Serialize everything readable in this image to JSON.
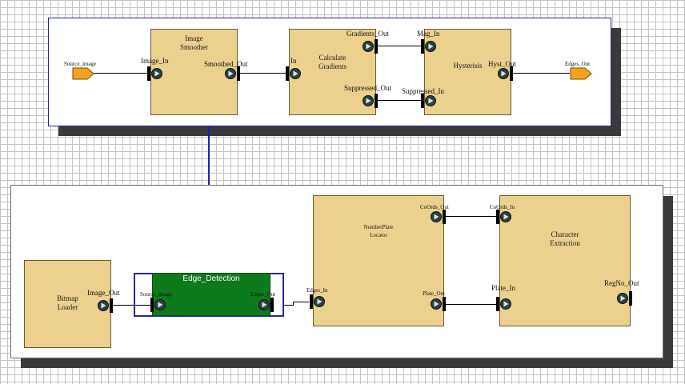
{
  "top_panel": {
    "blocks": {
      "smoother": {
        "title": "Image\nSmoother"
      },
      "gradients": {
        "title": "Calculate\nGradients"
      },
      "hysterisis": {
        "title": "Hysterisis"
      }
    },
    "io": {
      "source_label": "Source_image",
      "edges_label": "Edges_Out"
    },
    "ports": {
      "image_in": "Image_In",
      "smoothed_out": "Smoothed_Out",
      "in": "In",
      "gradients_out": "Gradients_Out",
      "suppressed_out": "Suppressed_Out",
      "mag_in": "Mag_In",
      "suppressed_in": "Suppressed_In",
      "hyst_out": "Hyst_Out"
    }
  },
  "bottom_panel": {
    "blocks": {
      "bitmap": {
        "title": "Bitmap\nLoader"
      },
      "edge": {
        "title": "Edge_Detection"
      },
      "plate_locator": {
        "title": "NumberPlate\nLocator"
      },
      "char_extraction": {
        "title": "Character\nExtraction"
      }
    },
    "ports": {
      "image_out": "Image_Out",
      "source_image": "Source_image",
      "edges_out": "Edges_Out",
      "edges_in": "Edges_In",
      "coords_out": "CoOrds_Out",
      "plate_out": "Plate_Out",
      "coords_in": "CoOrds_In",
      "plate_in": "Plate_In",
      "regno_out": "RegNo_Out"
    }
  },
  "colors": {
    "block_fill": "#ecd08e",
    "edge_block_fill": "#0d7a1c",
    "selection_border": "#1f1fb4",
    "io_pin_fill": "#f5a21b"
  }
}
